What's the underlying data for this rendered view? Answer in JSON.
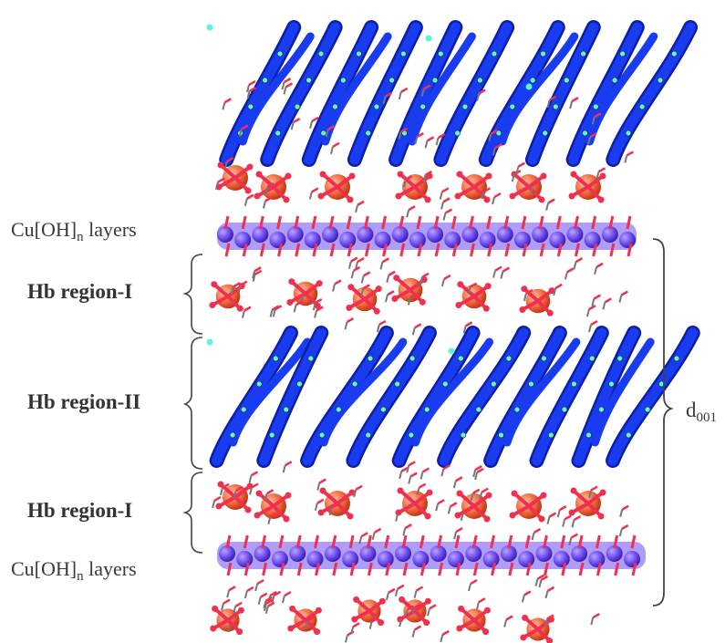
{
  "labels": {
    "top_layer": {
      "main": "Cu[OH]",
      "sub": "n",
      "tail": " layers"
    },
    "bottom_layer": {
      "main": "Cu[OH]",
      "sub": "n",
      "tail": " layers"
    },
    "region_top": "Hb region-I",
    "region_middle": "Hb region-II",
    "region_bottom": "Hb region-I",
    "spacing": {
      "main": "d",
      "sub": "001"
    }
  },
  "colors": {
    "chain": "#1a3cf0",
    "chain_dark": "#0b1fa8",
    "copper": "#6f4df2",
    "sulfur_orange": "#f26a3d",
    "oxygen_red": "#f0304f",
    "hydrogen": "#dddddd",
    "cyan_atom": "#5ff3dc",
    "bracket": "#444444"
  }
}
